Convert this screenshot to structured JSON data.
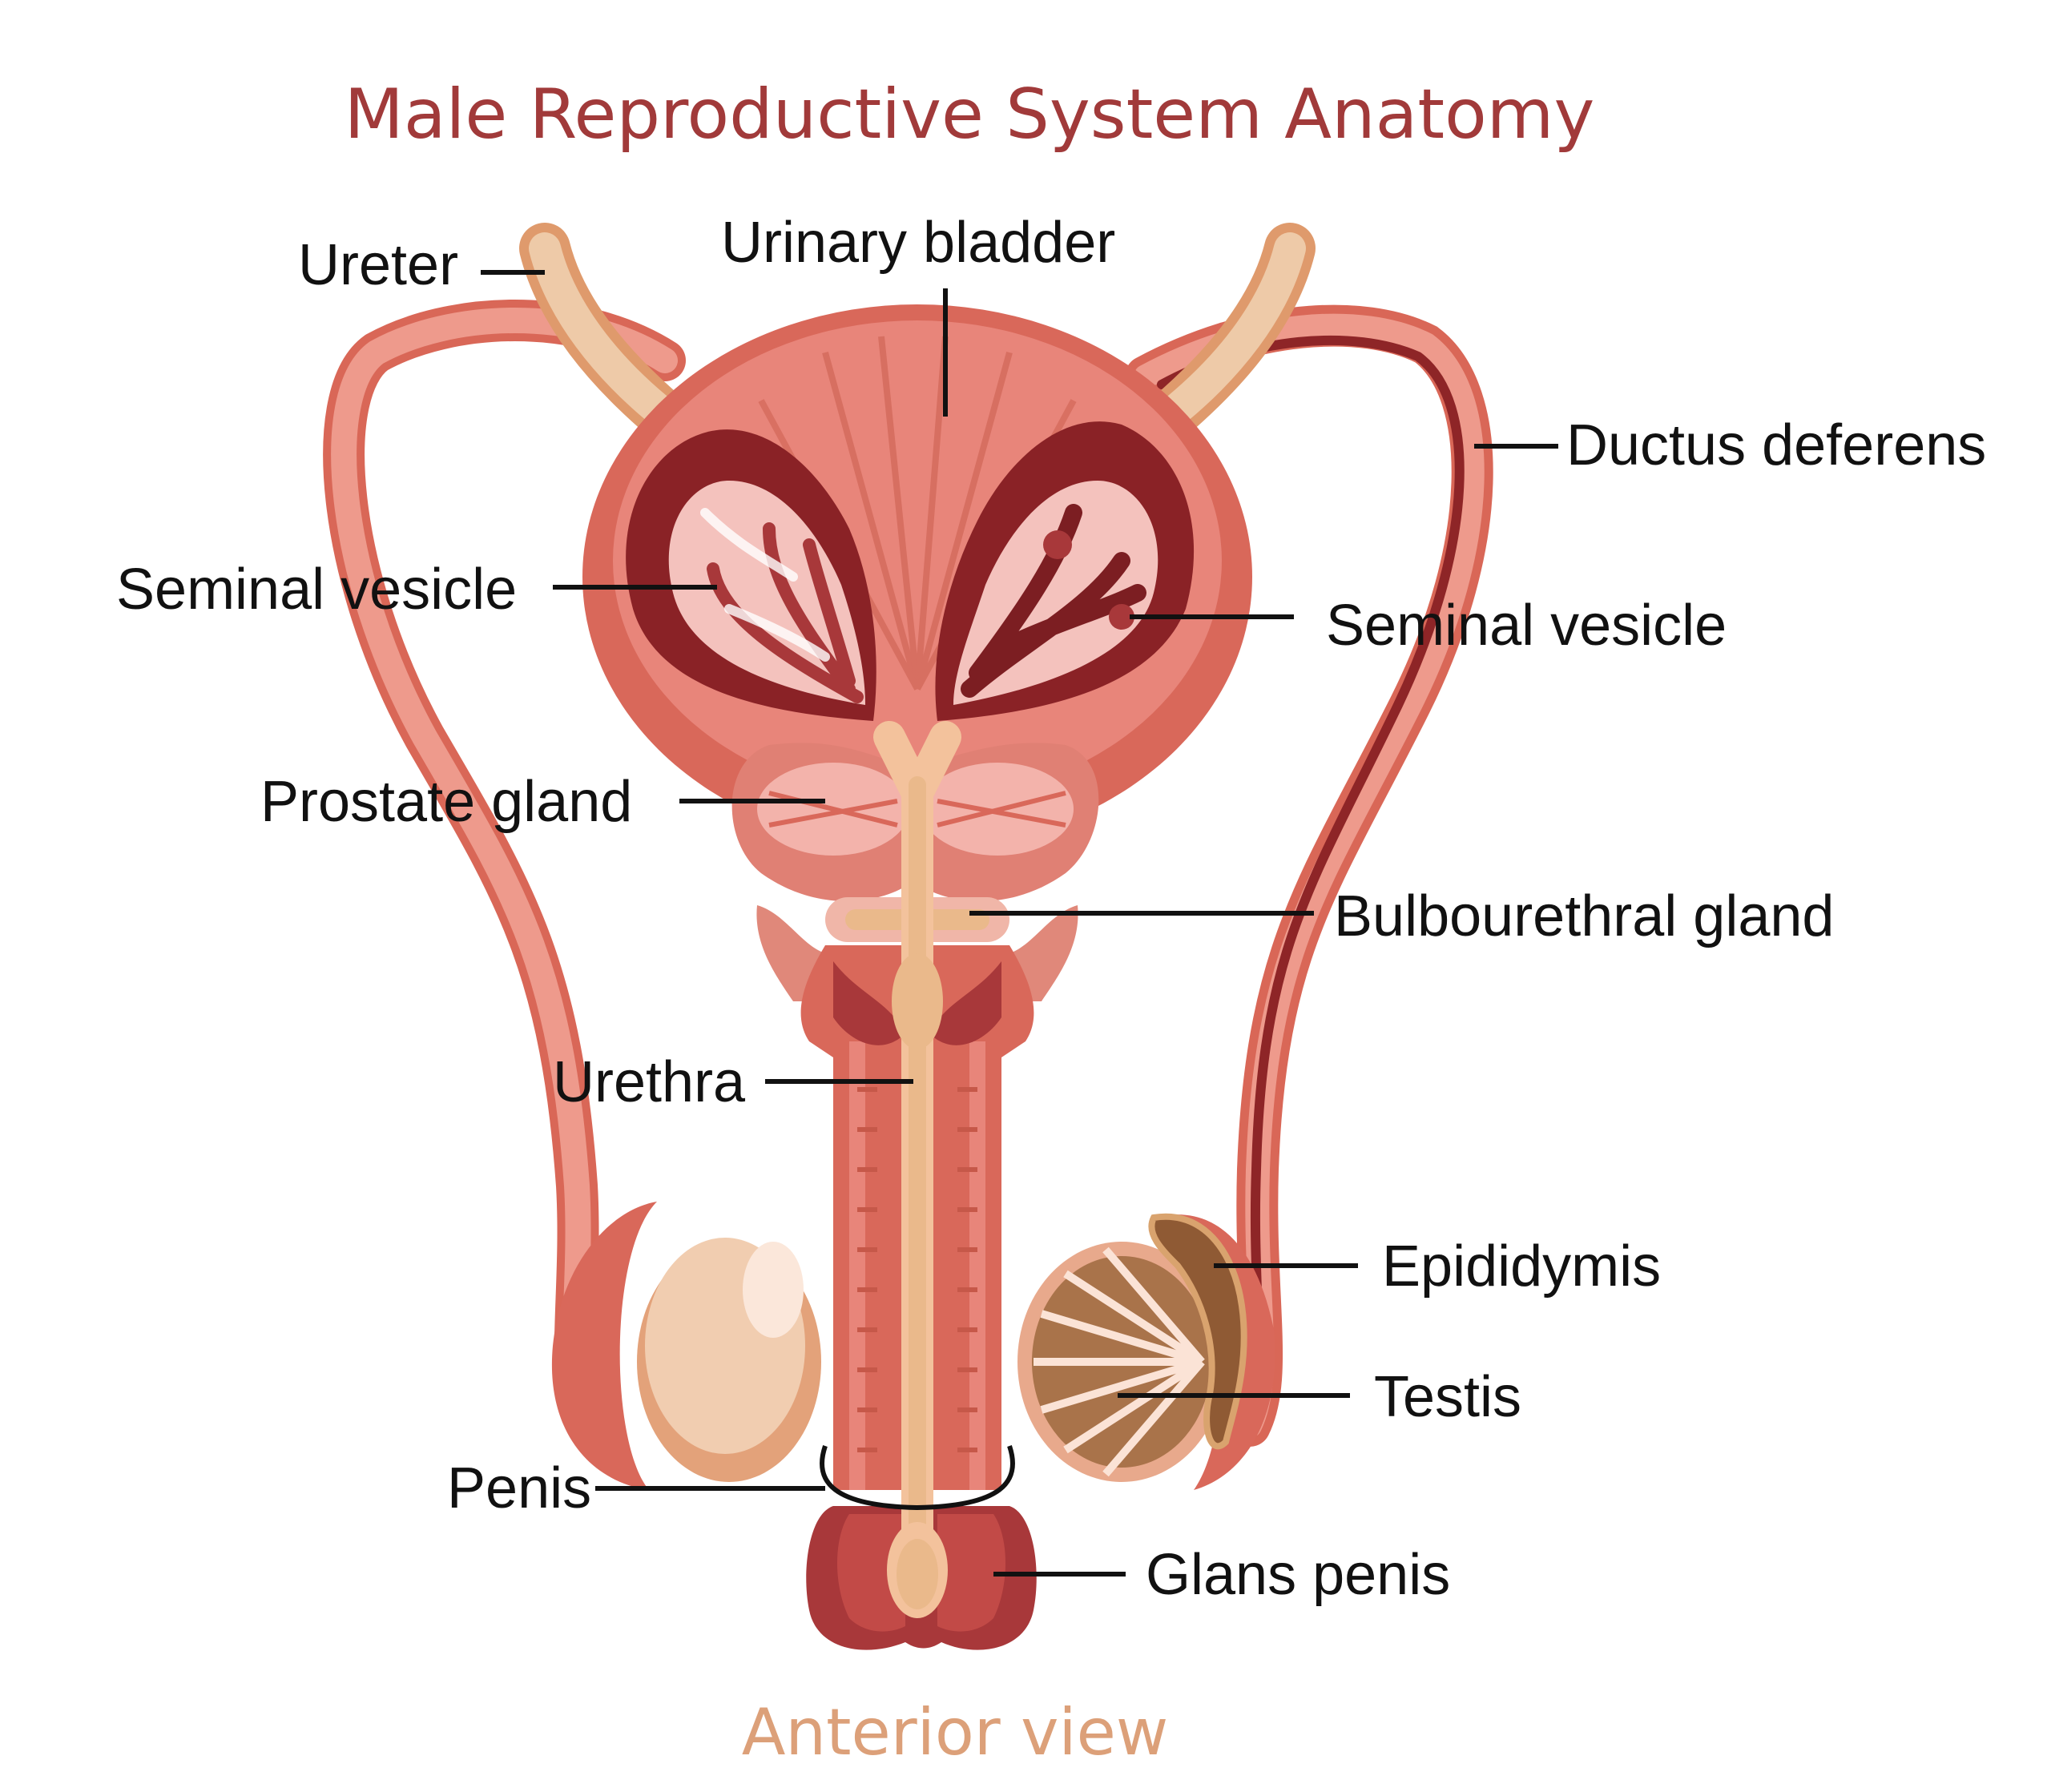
{
  "title": "Male Reproductive System Anatomy",
  "subtitle": "Anterior view",
  "colors": {
    "title": "#a13a3a",
    "subtitle": "#dca079",
    "tissue_light": "#ee9a8c",
    "tissue_mid": "#df7565",
    "tissue_dark": "#a8383a",
    "tissue_deep": "#7c1e22",
    "ureter": "#eecaa8",
    "urethra": "#f0c59a",
    "testis": "#f1cdb0",
    "testis_lobules": "#a9734a",
    "leader": "#111111"
  },
  "labels": {
    "ureter": "Ureter",
    "urinary_bladder": "Urinary bladder",
    "ductus_deferens": "Ductus deferens",
    "seminal_vesicle_left": "Seminal vesicle",
    "seminal_vesicle_right": "Seminal vesicle",
    "prostate_gland": "Prostate gland",
    "bulbourethral_gland": "Bulbourethral gland",
    "urethra": "Urethra",
    "epididymis": "Epididymis",
    "testis": "Testis",
    "penis": "Penis",
    "glans_penis": "Glans penis"
  }
}
